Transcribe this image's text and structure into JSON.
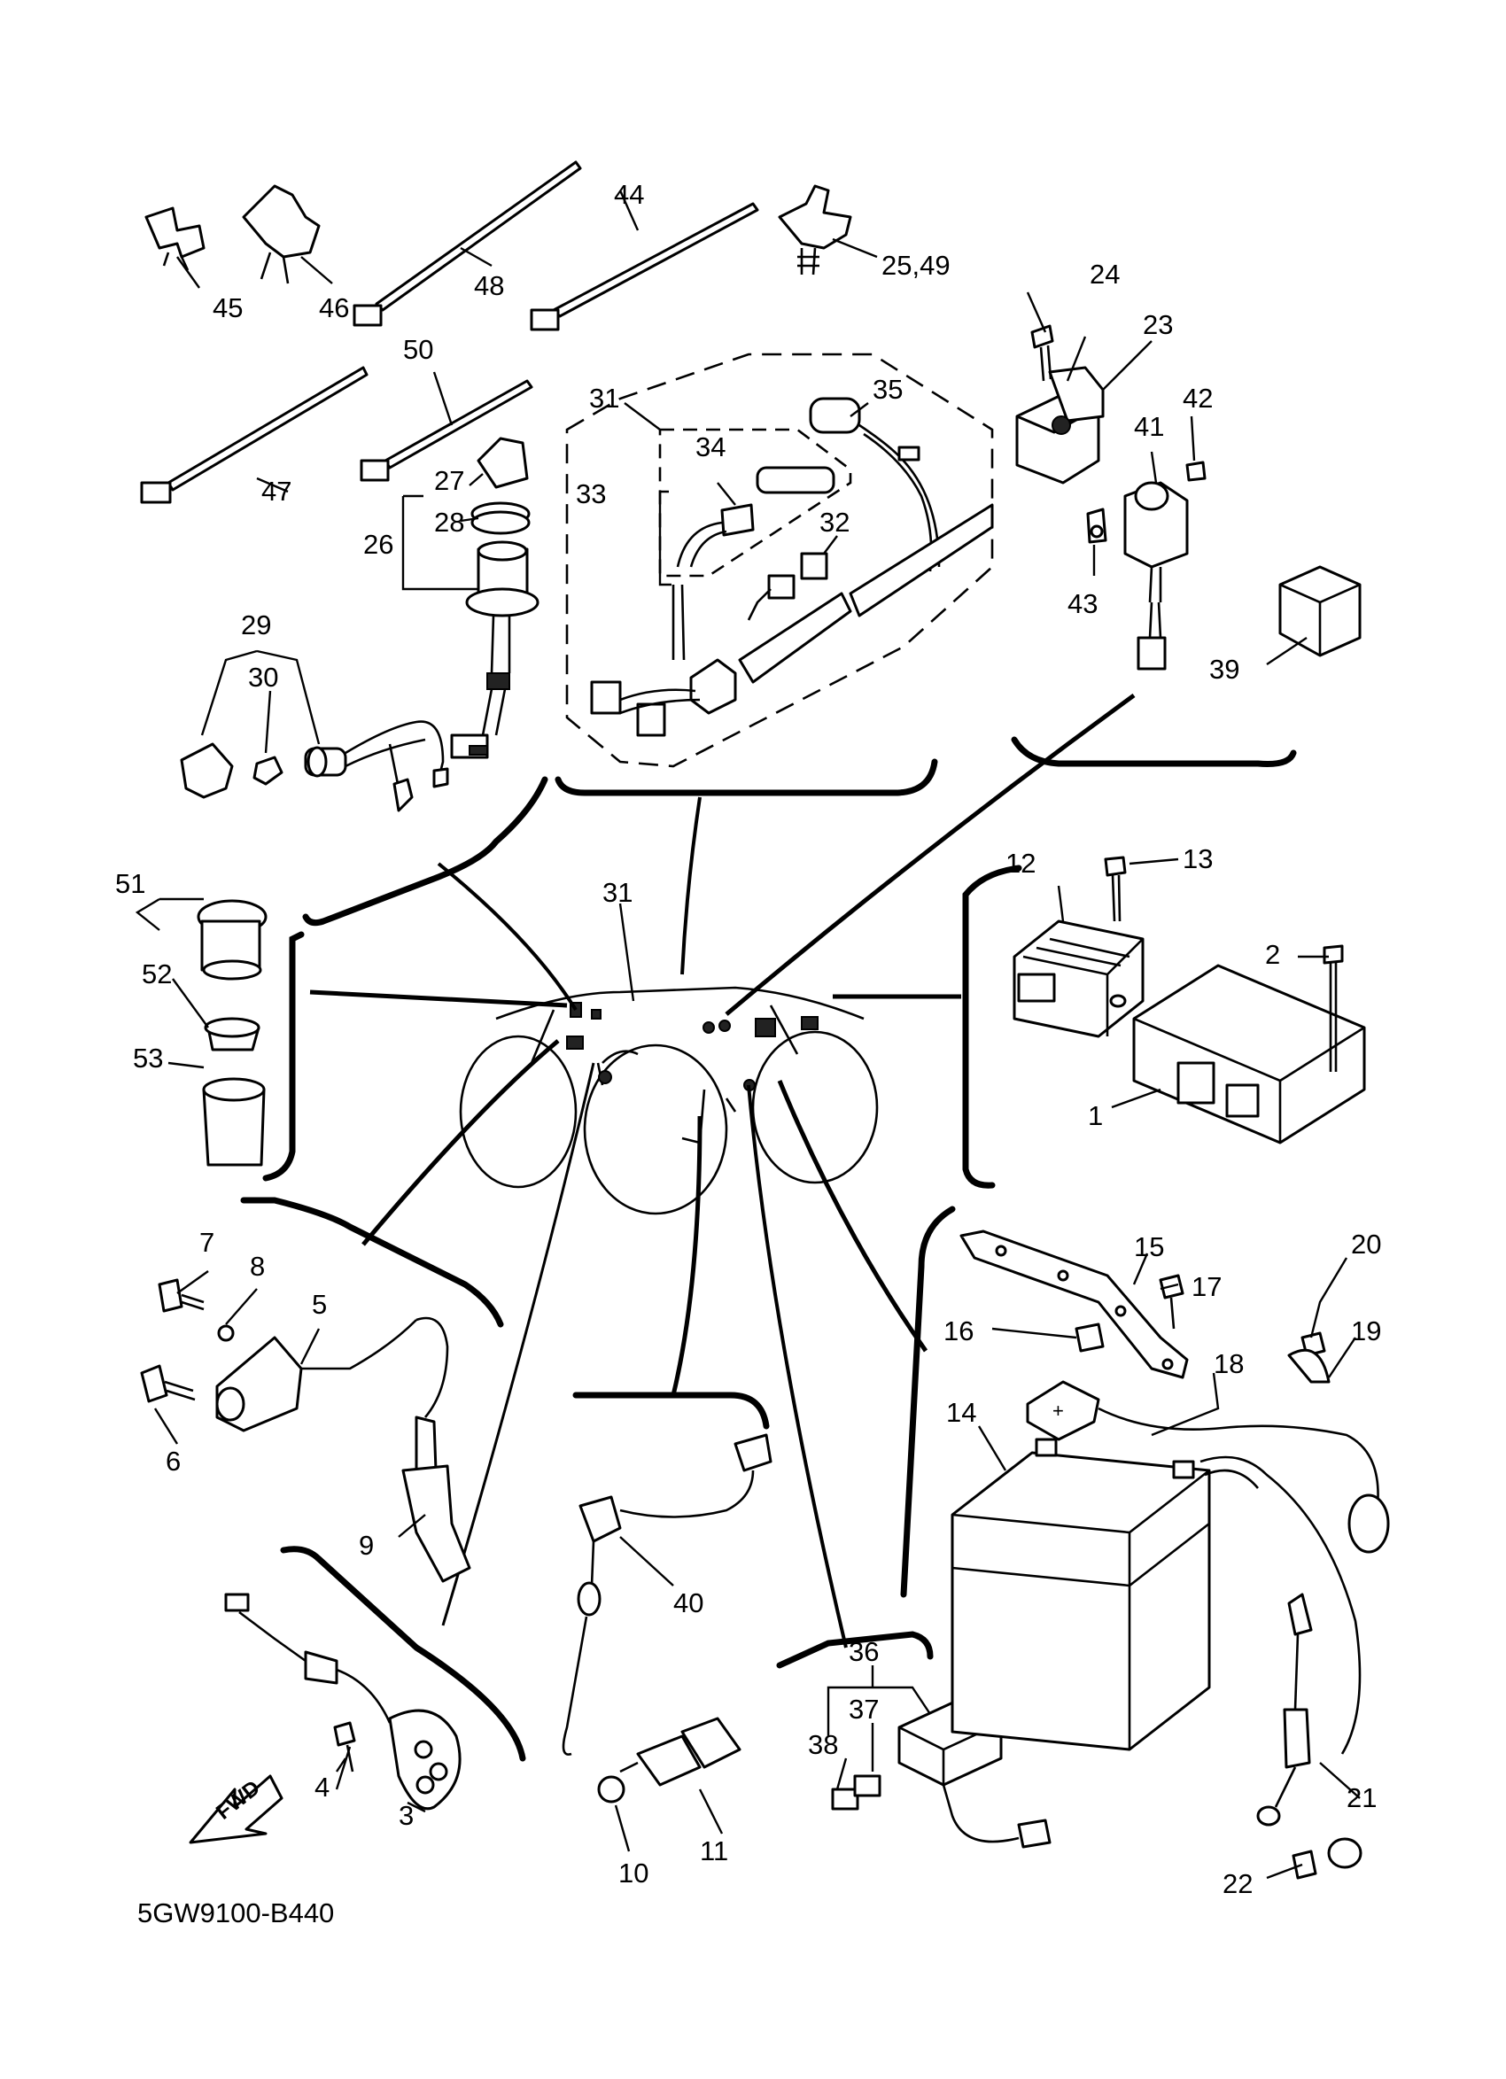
{
  "diagram": {
    "code": "5GW9100-B440",
    "fwd_label": "FWD",
    "callouts": {
      "c1": "1",
      "c2": "2",
      "c3": "3",
      "c4": "4",
      "c5": "5",
      "c6": "6",
      "c7": "7",
      "c8": "8",
      "c9": "9",
      "c10": "10",
      "c11": "11",
      "c12": "12",
      "c13": "13",
      "c14": "14",
      "c15": "15",
      "c16": "16",
      "c17": "17",
      "c18": "18",
      "c19": "19",
      "c20": "20",
      "c21": "21",
      "c22": "22",
      "c23": "23",
      "c24": "24",
      "c25_49": "25,49",
      "c26": "26",
      "c27": "27",
      "c28": "28",
      "c29": "29",
      "c30": "30",
      "c31a": "31",
      "c31b": "31",
      "c32": "32",
      "c33": "33",
      "c34": "34",
      "c35": "35",
      "c36": "36",
      "c37": "37",
      "c38": "38",
      "c39": "39",
      "c40": "40",
      "c41": "41",
      "c42": "42",
      "c43": "43",
      "c44": "44",
      "c45": "45",
      "c46": "46",
      "c47": "47",
      "c48": "48",
      "c50": "50",
      "c51": "51",
      "c52": "52",
      "c53": "53"
    }
  }
}
